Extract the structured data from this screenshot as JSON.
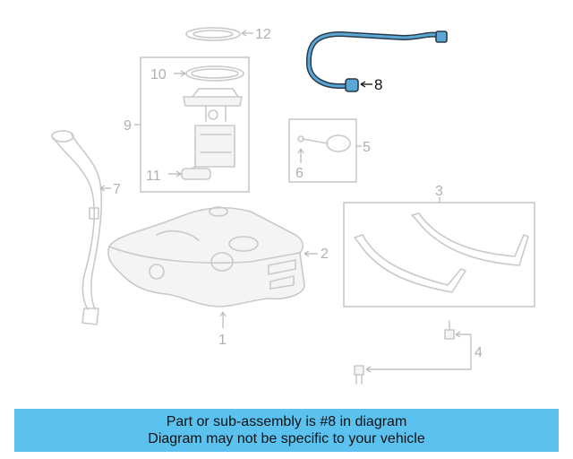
{
  "callouts": {
    "c1": "1",
    "c2": "2",
    "c3": "3",
    "c4": "4",
    "c5": "5",
    "c6": "6",
    "c7": "7",
    "c8": "8",
    "c9": "9",
    "c10": "10",
    "c11": "11",
    "c12": "12"
  },
  "highlighted_part": "8",
  "colors": {
    "highlight": "#5aa7d6",
    "banner": "#5bc2ef",
    "part_lines": "#c9c9c9"
  },
  "banner": {
    "line1": "Part or sub-assembly is #8 in diagram",
    "line2": "Diagram may not be specific to your vehicle"
  }
}
